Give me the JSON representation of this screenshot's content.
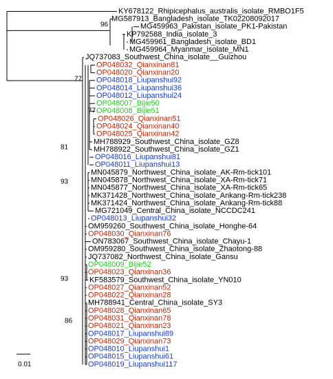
{
  "colors": {
    "black": "#000000",
    "Qianxinan": "#cc2200",
    "Liupanshui": "#1a3ccc",
    "Bijie": "#22cc22"
  },
  "leaves": [
    {
      "label": "KY678122_Rhipicephalus_australis_isolate_RMBO1F5",
      "group": "black"
    },
    {
      "label": "MG587913_Bangladesh_isolate_TK02208092017",
      "group": "black"
    },
    {
      "label": "MG459963_Pakistan_isolate_PK1-Pakistan",
      "group": "black"
    },
    {
      "label": "KP792588_India_isolate_3",
      "group": "black"
    },
    {
      "label": "MG459961_Bangladesh_isolate_BD1",
      "group": "black"
    },
    {
      "label": "MG459964_Myanmar_isolate_MN1",
      "group": "black"
    },
    {
      "label": "JQ737083_Southwest_China_isolate__Guizhou",
      "group": "black"
    },
    {
      "label": "OP048032_Qianxinan81",
      "group": "Qianxinan"
    },
    {
      "label": "OP048020_Qianxinan20",
      "group": "Qianxinan"
    },
    {
      "label": "OP048018_Liupanshui92",
      "group": "Liupanshui"
    },
    {
      "label": "OP048014_Liupanshui36",
      "group": "Liupanshui"
    },
    {
      "label": "OP048012_Liupanshui24",
      "group": "Liupanshui"
    },
    {
      "label": "OP048007_Bijie50",
      "group": "Bijie"
    },
    {
      "label": "OP048008_Bijie51",
      "group": "Bijie"
    },
    {
      "label": "OP048026_Qianxinan51",
      "group": "Qianxinan"
    },
    {
      "label": "OP048024_Qianxinan40",
      "group": "Qianxinan"
    },
    {
      "label": "OP048025_Qianxinan42",
      "group": "Qianxinan"
    },
    {
      "label": "MH788929_Southwest_China_isolate_GZ8",
      "group": "black"
    },
    {
      "label": "MH788922_Southwest_China_isolate_GZ1",
      "group": "black"
    },
    {
      "label": "OP048016_Liupanshui81",
      "group": "Liupanshui"
    },
    {
      "label": "OP048011_Liupanshui13",
      "group": "Liupanshui"
    },
    {
      "label": "MN045879_Northwest_China_isolate_AK-Rm-tick101",
      "group": "black"
    },
    {
      "label": "MN045878_Northwest_China_isolate_XA-Rm-tick71",
      "group": "black"
    },
    {
      "label": "MN045877_Northwest_China_isolate_XA-Rm-tick65",
      "group": "black"
    },
    {
      "label": "MK371428_Northwest_China_isolate_Ankang-Rm-tick238",
      "group": "black"
    },
    {
      "label": "MK371424_Northwest_China_isolate_Ankang-Rm-tick88",
      "group": "black"
    },
    {
      "label": "MG721049_Central_China_isolate_NCCDC241",
      "group": "black"
    },
    {
      "label": "OP048013_Liupanshui32",
      "group": "Liupanshui"
    },
    {
      "label": "OM959260_Southwest_China_isolate_Honghe-64",
      "group": "black"
    },
    {
      "label": "OP048030_Qianxinan76",
      "group": "Qianxinan"
    },
    {
      "label": "ON783067_Southwest_China_isolate_Chayu-1",
      "group": "black"
    },
    {
      "label": "OM959280_Southwest_China_isolate_Zhaotong-88",
      "group": "black"
    },
    {
      "label": "JQ737082_Northwest_China_isolate_Gansu",
      "group": "black"
    },
    {
      "label": "OP048009_Bijie52",
      "group": "Bijie"
    },
    {
      "label": "OP048023_Qianxinan36",
      "group": "Qianxinan"
    },
    {
      "label": "KF583579_Southwest_China_isolate_YN010",
      "group": "black"
    },
    {
      "label": "OP048027_Qianxinan52",
      "group": "Qianxinan"
    },
    {
      "label": "OP048022_Qianxinan28",
      "group": "Qianxinan"
    },
    {
      "label": "MH788941_Central_China_isolate_SY3",
      "group": "black"
    },
    {
      "label": "OP048028_Qianxinan65",
      "group": "Qianxinan"
    },
    {
      "label": "OP048031_Qianxinan78",
      "group": "Qianxinan"
    },
    {
      "label": "OP048021_Qianxinan23",
      "group": "Qianxinan"
    },
    {
      "label": "OP048017_Liupanshui89",
      "group": "Liupanshui"
    },
    {
      "label": "OP048029_Qianxinan73",
      "group": "Qianxinan"
    },
    {
      "label": "OP048010_Liupanshui1",
      "group": "Liupanshui"
    },
    {
      "label": "OP048015_Liupanshui61",
      "group": "Liupanshui"
    },
    {
      "label": "OP048019_Liupanshui117",
      "group": "Liupanshui"
    }
  ],
  "bootstrap": [
    "96",
    "77",
    "77",
    "81",
    "93",
    "93",
    "86"
  ],
  "scale": {
    "label": "0.01"
  }
}
